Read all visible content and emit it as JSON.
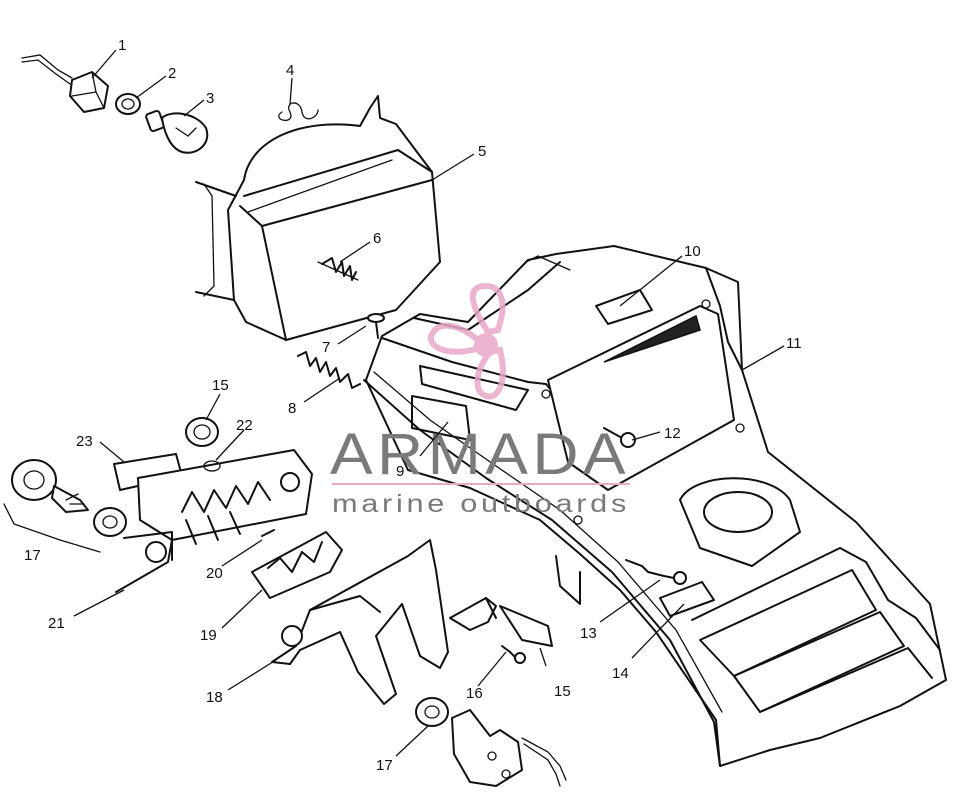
{
  "watermark": {
    "title": "ARMADA",
    "subtitle": "marine outboards",
    "logo_color": "#e9a8c9",
    "text_color": "#7a7a7a"
  },
  "callouts": [
    {
      "id": "c1",
      "text": "1"
    },
    {
      "id": "c2",
      "text": "2"
    },
    {
      "id": "c3",
      "text": "3"
    },
    {
      "id": "c4",
      "text": "4"
    },
    {
      "id": "c5",
      "text": "5"
    },
    {
      "id": "c6",
      "text": "6"
    },
    {
      "id": "c7",
      "text": "7"
    },
    {
      "id": "c8",
      "text": "8"
    },
    {
      "id": "c9",
      "text": "9"
    },
    {
      "id": "c10",
      "text": "10"
    },
    {
      "id": "c11",
      "text": "11"
    },
    {
      "id": "c12",
      "text": "12"
    },
    {
      "id": "c13",
      "text": "13"
    },
    {
      "id": "c14",
      "text": "14"
    },
    {
      "id": "c15a",
      "text": "15"
    },
    {
      "id": "c15b",
      "text": "15"
    },
    {
      "id": "c16",
      "text": "16"
    },
    {
      "id": "c17a",
      "text": "17"
    },
    {
      "id": "c17b",
      "text": "17"
    },
    {
      "id": "c18",
      "text": "18"
    },
    {
      "id": "c19",
      "text": "19"
    },
    {
      "id": "c20",
      "text": "20"
    },
    {
      "id": "c21",
      "text": "21"
    },
    {
      "id": "c22",
      "text": "22"
    },
    {
      "id": "c23",
      "text": "23"
    }
  ]
}
